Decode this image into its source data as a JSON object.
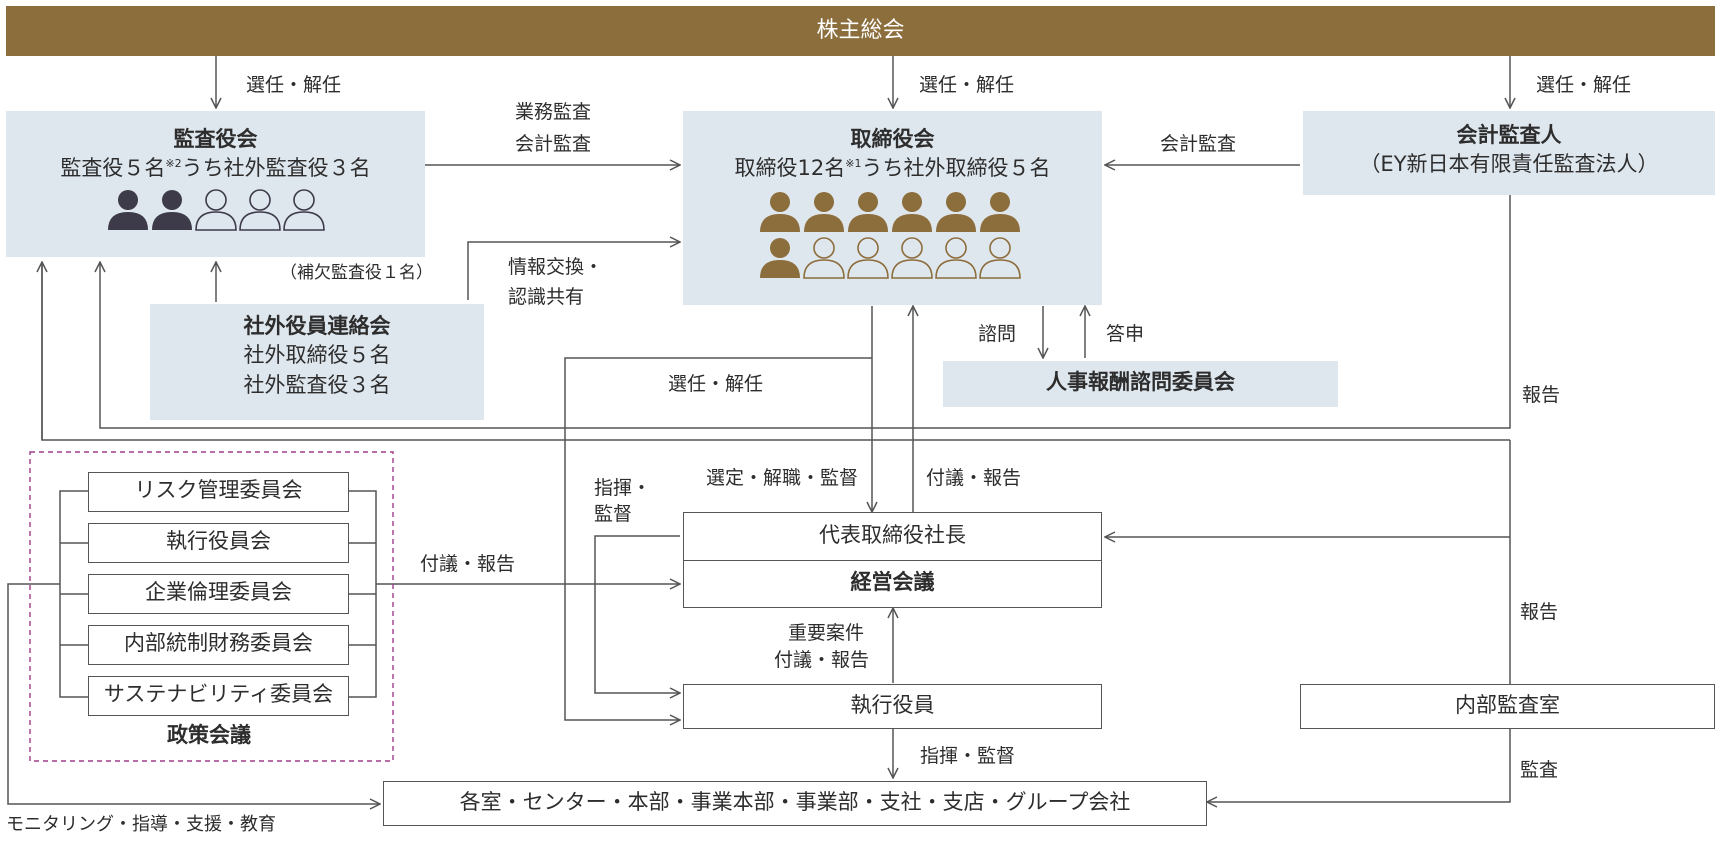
{
  "shareholders": "株主総会",
  "election_dismissal": "選任・解任",
  "audit_board": {
    "title": "監査役会",
    "line_pre": "監査役５名",
    "note": "※2",
    "line_post": "うち社外監査役３名",
    "substitute": "（補欠監査役１名）"
  },
  "board": {
    "title": "取締役会",
    "line_pre": "取締役12名",
    "note": "※1",
    "line_post": "うち社外取締役５名"
  },
  "accounting_auditor": {
    "title": "会計監査人",
    "firm": "（EY新日本有限責任監査法人）"
  },
  "outside_liaison": {
    "title": "社外役員連絡会",
    "line1": "社外取締役５名",
    "line2": "社外監査役３名"
  },
  "nomination_committee": "人事報酬諮問委員会",
  "policy_committees": {
    "items": [
      "リスク管理委員会",
      "執行役員会",
      "企業倫理委員会",
      "内部統制財務委員会",
      "サステナビリティ委員会"
    ],
    "title": "政策会議"
  },
  "president": "代表取締役社長",
  "management_meeting": "経営会議",
  "executive_officers": "執行役員",
  "internal_audit": "内部監査室",
  "divisions": "各室・センター・本部・事業本部・事業部・支社・支店・グループ会社",
  "labels": {
    "business_audit": "業務監査",
    "accounting_audit": "会計監査",
    "info_exchange_1": "情報交換・",
    "info_exchange_2": "認識共有",
    "consult": "諮問",
    "answer": "答申",
    "report": "報告",
    "appoint_supervise": "選定・解職・監督",
    "propose_report": "付議・報告",
    "direct_supervise_1": "指揮・",
    "direct_supervise_2": "監督",
    "important_1": "重要案件",
    "important_2": "付議・報告",
    "direct_supervise": "指揮・監督",
    "audit": "監査",
    "monitoring": "モニタリング・指導・支援・教育"
  },
  "colors": {
    "brand": "#8c6d3c",
    "light_box": "#dfe7ee",
    "dark_person": "#3d3a4a",
    "gold_person": "#8c6d3c",
    "dashed": "#a03c8c"
  },
  "audit_persons": [
    "filled",
    "filled",
    "outline",
    "outline",
    "outline"
  ],
  "board_persons": [
    "filled",
    "filled",
    "filled",
    "filled",
    "filled",
    "filled",
    "filled",
    "outline",
    "outline",
    "outline",
    "outline",
    "outline"
  ]
}
